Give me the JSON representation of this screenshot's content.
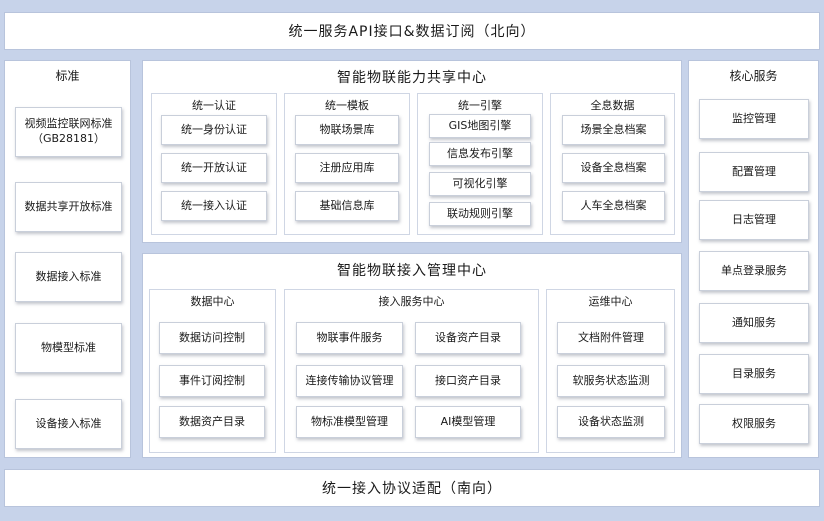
{
  "north_bar": "统一服务API接口&数据订阅（北向）",
  "south_bar": "统一接入协议适配（南向）",
  "standards": {
    "title": "标准",
    "items": [
      {
        "line1": "视频监控联网标准",
        "line2": "（GB28181）"
      },
      {
        "line1": "数据共享开放标准",
        "line2": ""
      },
      {
        "line1": "数据接入标准",
        "line2": ""
      },
      {
        "line1": "物模型标准",
        "line2": ""
      },
      {
        "line1": "设备接入标准",
        "line2": ""
      }
    ]
  },
  "core": {
    "title": "核心服务",
    "items": [
      "监控管理",
      "配置管理",
      "日志管理",
      "单点登录服务",
      "通知服务",
      "目录服务",
      "权限服务"
    ]
  },
  "sharing_center": {
    "title": "智能物联能力共享中心",
    "groups": [
      {
        "title": "统一认证",
        "items": [
          "统一身份认证",
          "统一开放认证",
          "统一接入认证"
        ]
      },
      {
        "title": "统一模板",
        "items": [
          "物联场景库",
          "注册应用库",
          "基础信息库"
        ]
      },
      {
        "title": "统一引擎",
        "items": [
          "GIS地图引擎",
          "信息发布引擎",
          "可视化引擎",
          "联动规则引擎"
        ]
      },
      {
        "title": "全息数据",
        "items": [
          "场景全息档案",
          "设备全息档案",
          "人车全息档案"
        ]
      }
    ]
  },
  "access_center": {
    "title": "智能物联接入管理中心",
    "data_center": {
      "title": "数据中心",
      "items": [
        "数据访问控制",
        "事件订阅控制",
        "数据资产目录"
      ]
    },
    "access_service": {
      "title": "接入服务中心",
      "left": [
        "物联事件服务",
        "连接传输协议管理",
        "物标准模型管理"
      ],
      "right": [
        "设备资产目录",
        "接口资产目录",
        "AI模型管理"
      ]
    },
    "ops_center": {
      "title": "运维中心",
      "items": [
        "文档附件管理",
        "软服务状态监测",
        "设备状态监测"
      ]
    }
  }
}
